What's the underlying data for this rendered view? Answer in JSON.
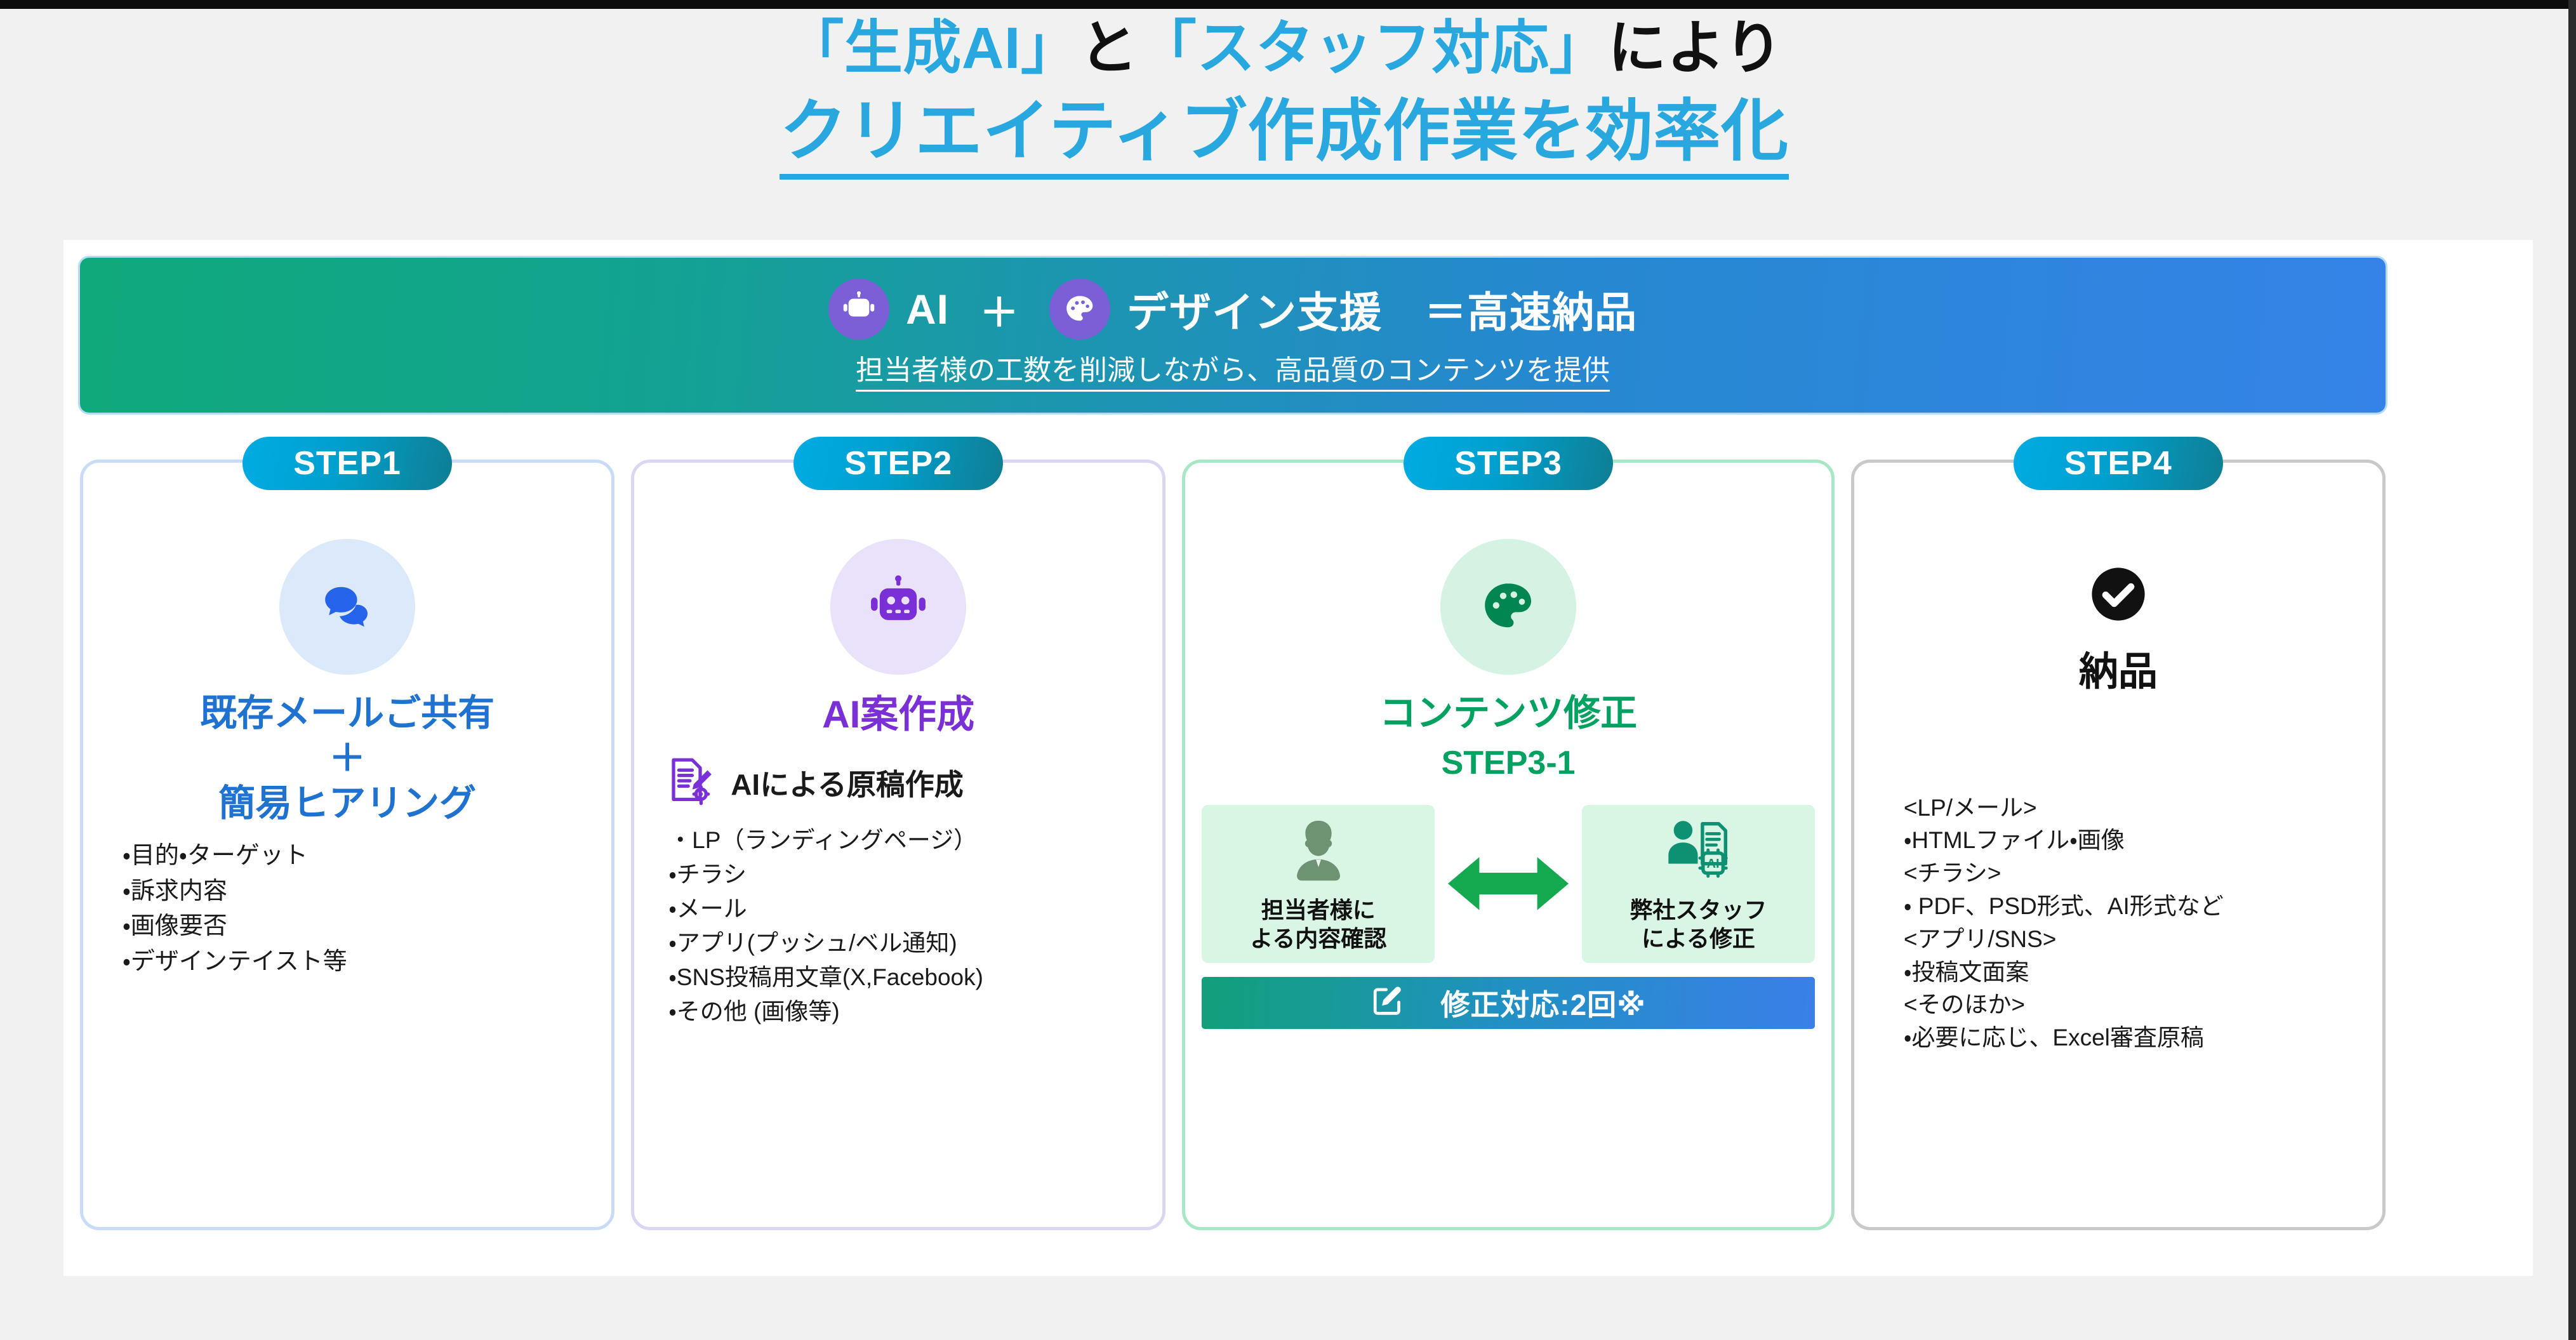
{
  "title": {
    "line1_part1": "「生成AI」",
    "line1_part2": "と",
    "line1_part3": "「スタッフ対応」",
    "line1_part4": "により",
    "line2": "クリエイティブ作成作業を効率化"
  },
  "banner": {
    "ai_label": "AI",
    "plus": "＋",
    "design_label": "デザイン支援　＝高速納品",
    "sub": "担当者様の工数を削減しながら、高品質のコンテンツを提供",
    "robot_icon": "robot-icon",
    "palette_icon": "palette-icon",
    "color_left": "#10A97B",
    "color_right": "#3583E8"
  },
  "steps": [
    {
      "badge": "STEP1",
      "icon": "chat-bubbles-icon",
      "title": "既存メールご共有\n＋\n簡易ヒアリング",
      "bullets": "・目的・ターゲット\n・訴求内容\n・画像要否\n・デザインテイスト等",
      "border_color": "#C9DCF7",
      "title_color": "#1F72D0"
    },
    {
      "badge": "STEP2",
      "icon": "robot-icon",
      "title": "AI案作成",
      "head_icon": "document-pencil-gear-icon",
      "head_label": "AIによる原稿作成",
      "bullets": "・LP（ランディングページ）\n・チラシ\n・メール\n・アプリ(プッシュ/ベル通知)\n・SNS投稿用文章(X,Facebook)\n・その他 (画像等)",
      "border_color": "#DCD5F4",
      "title_color": "#7B2FD6"
    },
    {
      "badge": "STEP3",
      "icon": "palette-icon",
      "title": "コンテンツ修正",
      "sub_title": "STEP3-1",
      "pair_left_icon": "person-avatar-icon",
      "pair_left_label": "担当者様に\nよる内容確認",
      "arrow_icon": "double-arrow-icon",
      "pair_right_icon": "staff-ai-document-icon",
      "pair_right_label": "弊社スタッフ\nによる修正",
      "revision_icon": "edit-pencil-icon",
      "revision_label": "修正対応:2回※",
      "border_color": "#A8E7C6",
      "title_color": "#00A161"
    },
    {
      "badge": "STEP4",
      "icon": "check-circle-icon",
      "title": "納品",
      "bullets": "<LP/メール>\n・HTMLファイル・画像\n<チラシ>\n・ PDF、PSD形式、AI形式など\n<アプリ/SNS>\n・投稿文面案\n<そのほか>\n・必要に応じ、Excel審査原稿",
      "border_color": "#C9C9C9",
      "title_color": "#111111"
    }
  ]
}
